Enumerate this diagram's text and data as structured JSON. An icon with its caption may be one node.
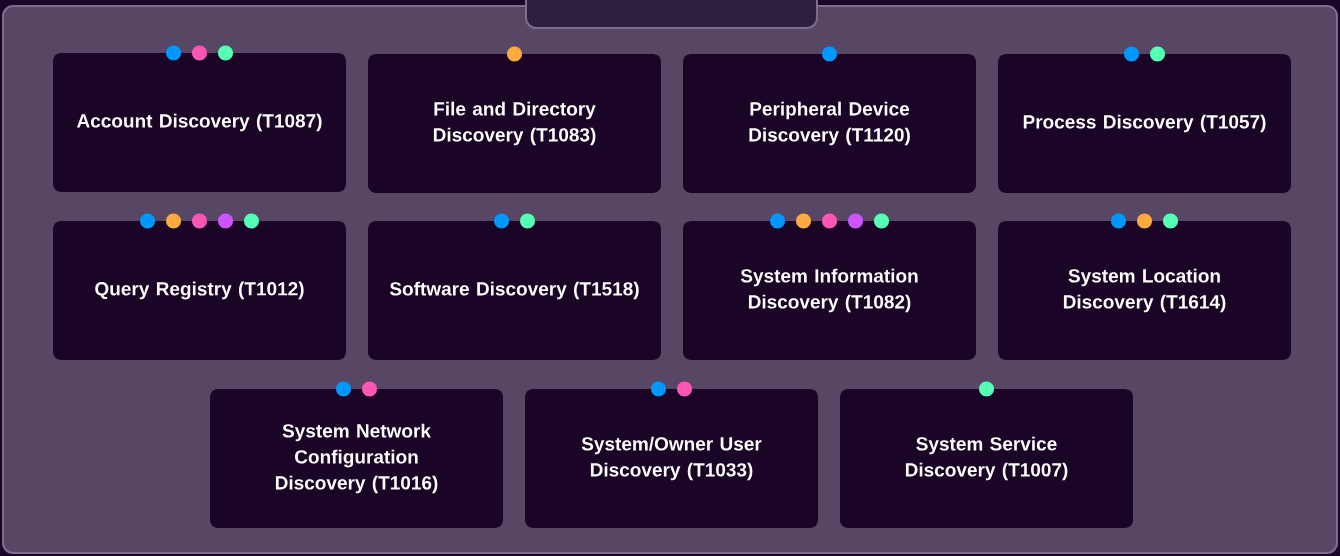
{
  "diagram": {
    "nodes": [
      {
        "text": [],
        "shape": "box"
      },
      {
        "text": [
          "Account Discovery (T1087)"
        ],
        "in": 0
      },
      {
        "text": [
          "File and Directory Discovery (T1083)"
        ],
        "in": 0
      },
      {
        "text": [
          "Peripheral Device Discovery (T1120)"
        ],
        "in": 0
      },
      {
        "text": [
          "Process Discovery (T1057)"
        ],
        "in": 0
      },
      {
        "text": [
          "Query Registry (T1012)"
        ],
        "in": 0
      },
      {
        "text": [
          "Software Discovery (T1518)"
        ],
        "in": 0
      },
      {
        "text": [
          "System Information Discovery (T1082)"
        ],
        "in": 0
      },
      {
        "text": [
          "System Location Discovery (T1614)"
        ],
        "in": 0
      },
      {
        "text": [
          "System Network Configuration Discovery (T1016)"
        ],
        "in": 0
      },
      {
        "text": [
          "System/Owner User Discovery (T1033)"
        ],
        "in": 0
      },
      {
        "text": [
          "System Service Discovery (T1007)"
        ],
        "in": 0
      }
    ]
  }
}
